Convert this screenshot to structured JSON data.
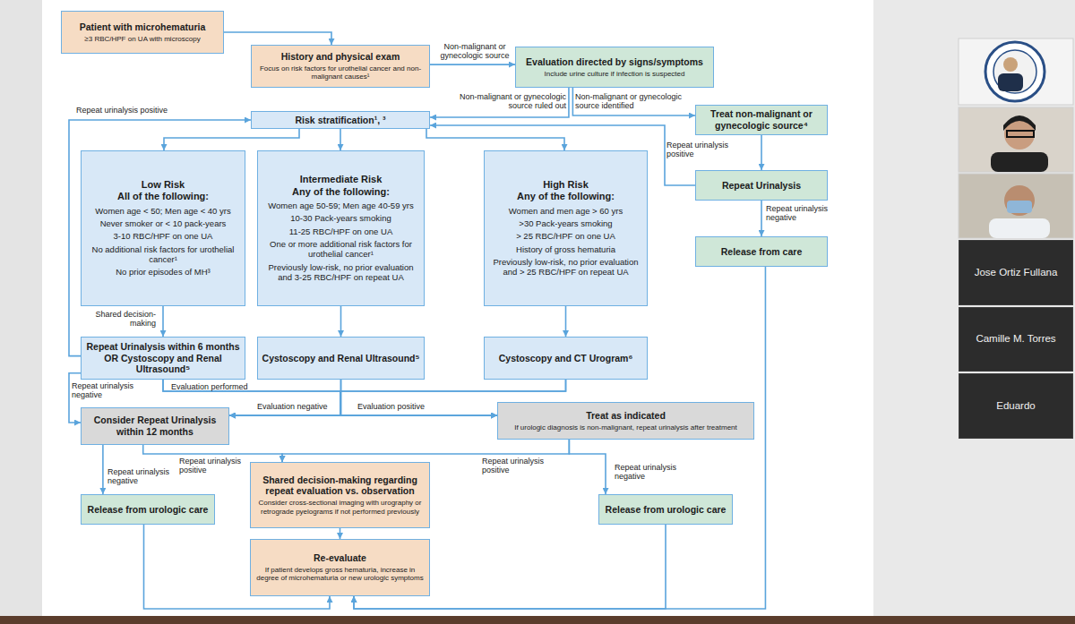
{
  "diagram": {
    "nodes": [
      {
        "text": [
          "Patient with microhematuria",
          "≥3 RBC/HPF on UA with microscopy"
        ]
      },
      {
        "text": [
          "History and physical exam",
          "Focus on risk factors for urothelial cancer and non-malignant causes¹"
        ]
      },
      {
        "text": [
          "Evaluation directed by signs/symptoms",
          "Include urine culture if infection is suspected"
        ]
      },
      {
        "text": [
          "Risk stratification¹, ³"
        ]
      },
      {
        "text": [
          "Treat non-malignant or gynecologic source⁴"
        ]
      },
      {
        "text": [
          "Low Risk",
          "All of the following:",
          "Women age < 50; Men age < 40 yrs",
          "Never smoker or < 10 pack-years",
          "3-10 RBC/HPF on one UA",
          "No additional risk factors for urothelial cancer¹",
          "No prior episodes of MH³"
        ]
      },
      {
        "text": [
          "Intermediate Risk",
          "Any of the following:",
          "Women age 50-59; Men age 40-59 yrs",
          "10-30 Pack-years smoking",
          "11-25 RBC/HPF on one UA",
          "One or more additional risk factors for urothelial cancer¹",
          "Previously low-risk, no prior evaluation and 3-25 RBC/HPF on repeat UA"
        ]
      },
      {
        "text": [
          "High Risk",
          "Any of the following:",
          "Women and men age > 60 yrs",
          ">30 Pack-years smoking",
          "> 25 RBC/HPF on one UA",
          "History of gross hematuria",
          "Previously low-risk, no prior evaluation and > 25 RBC/HPF on repeat UA"
        ]
      },
      {
        "text": [
          "Repeat Urinalysis"
        ]
      },
      {
        "text": [
          "Release from care"
        ]
      },
      {
        "text": [
          "Repeat Urinalysis within 6 months OR Cystoscopy and Renal Ultrasound⁵"
        ]
      },
      {
        "text": [
          "Cystoscopy and Renal Ultrasound⁵"
        ]
      },
      {
        "text": [
          "Cystoscopy and CT Urogram⁶"
        ]
      },
      {
        "text": [
          "Consider Repeat Urinalysis within 12 months"
        ]
      },
      {
        "text": [
          "Treat as indicated",
          "If urologic diagnosis is non-malignant, repeat urinalysis after treatment"
        ]
      },
      {
        "text": [
          "Shared decision-making regarding repeat evaluation vs. observation",
          "Consider cross-sectional imaging with urography or retrograde pyelograms if not performed previously"
        ]
      },
      {
        "text": [
          "Release from urologic care"
        ]
      },
      {
        "text": [
          "Re-evaluate",
          "If patient develops gross hematuria, increase in degree of microhematuria or new urologic symptoms"
        ]
      },
      {
        "text": [
          "Release from urologic care"
        ]
      },
      {
        "text": [
          "Jose Ortiz Fullana"
        ]
      },
      {
        "text": [
          "Camille M. Torres"
        ]
      },
      {
        "text": [
          "Eduardo"
        ]
      }
    ],
    "edges": [
      {
        "from": 0,
        "to": 1,
        "arrow": "to"
      },
      {
        "from": 1,
        "to": 2,
        "label": "Non-malignant or gynecologic source",
        "arrow": "to"
      },
      {
        "from": 2,
        "to": 3,
        "label": "Non-malignant or gynecologic source ruled out",
        "arrow": "to"
      },
      {
        "from": 2,
        "to": 4,
        "label": "Non-malignant or gynecologic source identified",
        "arrow": "to"
      },
      {
        "from": 4,
        "to": 8,
        "arrow": "to"
      },
      {
        "from": 8,
        "to": 9,
        "label": "Repeat urinalysis negative",
        "arrow": "to"
      },
      {
        "from": 8,
        "to": 3,
        "label": "Repeat urinalysis positive",
        "arrow": "to"
      },
      {
        "from": 3,
        "to": 5,
        "arrow": "to"
      },
      {
        "from": 3,
        "to": 6,
        "arrow": "to"
      },
      {
        "from": 3,
        "to": 7,
        "arrow": "to"
      },
      {
        "from": 5,
        "to": 10,
        "label": "Shared decision-making",
        "arrow": "to"
      },
      {
        "from": 10,
        "to": 3,
        "label": "Repeat urinalysis positive",
        "arrow": "to"
      },
      {
        "from": 10,
        "to": 13,
        "label": "Repeat urinalysis negative",
        "arrow": "to"
      },
      {
        "from": 6,
        "to": 11,
        "arrow": "to"
      },
      {
        "from": 7,
        "to": 12,
        "arrow": "to"
      },
      {
        "from": 10,
        "to": 14,
        "label": "Evaluation performed",
        "arrow": "to"
      },
      {
        "from": 10,
        "to": 13,
        "arrow": "to"
      },
      {
        "from": 11,
        "to": 13,
        "label": "Evaluation negative",
        "arrow": "to"
      },
      {
        "from": 11,
        "to": 14,
        "label": "Evaluation positive",
        "arrow": "to"
      },
      {
        "from": 12,
        "to": 13,
        "arrow": "to"
      },
      {
        "from": 12,
        "to": 14,
        "arrow": "to"
      },
      {
        "from": 13,
        "to": 16,
        "label": "Repeat urinalysis negative",
        "arrow": "to"
      },
      {
        "from": 13,
        "to": 15,
        "label": "Repeat urinalysis positive",
        "arrow": "to"
      },
      {
        "from": 14,
        "to": 15,
        "label": "Repeat urinalysis positive",
        "arrow": "to"
      },
      {
        "from": 14,
        "to": 18,
        "label": "Repeat urinalysis negative",
        "arrow": "to"
      },
      {
        "from": 15,
        "to": 17,
        "arrow": "to"
      },
      {
        "from": 16,
        "to": 17,
        "arrow": "to"
      },
      {
        "from": 18,
        "to": 17,
        "arrow": "to"
      },
      {
        "from": 9,
        "to": 17,
        "arrow": "to"
      }
    ]
  }
}
